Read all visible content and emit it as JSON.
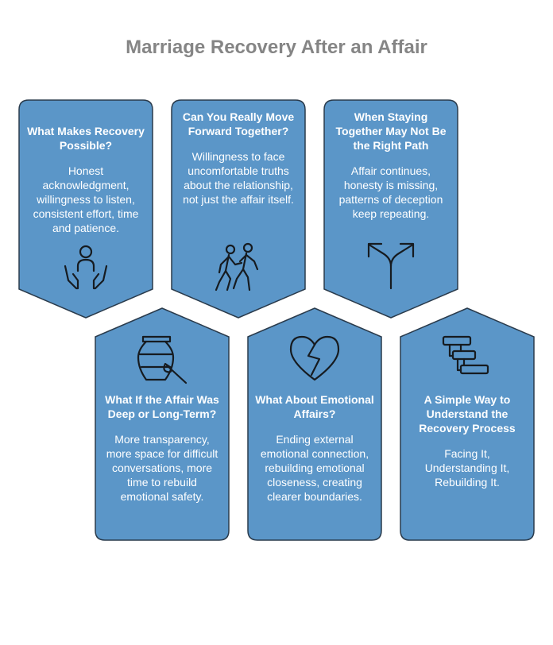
{
  "title": "Marriage Recovery After an Affair",
  "colors": {
    "card_fill": "#5b96c8",
    "card_stroke": "#2a3b4c",
    "icon_stroke": "#161b20",
    "title": "#858585"
  },
  "cards": [
    {
      "heading": "What Makes Recovery Possible?",
      "body": "Honest acknowledgment, willingness to listen, consistent effort, time and patience.",
      "icon": "open-hands-person-icon"
    },
    {
      "heading": "Can You Really Move Forward Together?",
      "body": "Willingness to face uncomfortable truths about the relationship, not just the affair itself.",
      "icon": "walking-couple-icon"
    },
    {
      "heading": "When Staying Together May Not Be the Right Path",
      "body": "Affair continues, honesty is missing, patterns of deception keep repeating.",
      "icon": "diverging-arrows-icon"
    },
    {
      "heading": "What If the Affair Was Deep or Long-Term?",
      "body": "More transparency, more space for difficult conversations, more time to rebuild emotional safety.",
      "icon": "pottery-vase-icon"
    },
    {
      "heading": "What About Emotional Affairs?",
      "body": "Ending external emotional connection, rebuilding emotional closeness, creating clearer boundaries.",
      "icon": "broken-heart-icon"
    },
    {
      "heading": "A Simple Way to Understand the Recovery Process",
      "body": "Facing It, Understanding It, Rebuilding It.",
      "icon": "stepped-blocks-icon"
    }
  ]
}
